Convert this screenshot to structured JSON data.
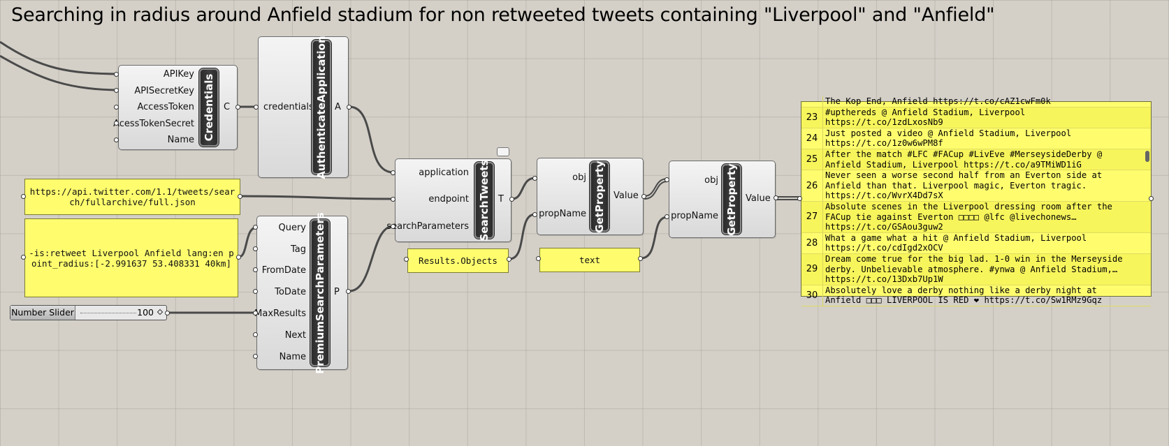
{
  "title": "Searching in radius around Anfield stadium for non retweeted tweets containing \"Liverpool\" and \"Anfield\"",
  "credentials": {
    "name": "Credentials",
    "inputs": [
      "APIKey",
      "APISecretKey",
      "AccessToken",
      "AcessTokenSecret",
      "Name"
    ],
    "output": "C"
  },
  "auth": {
    "name": "AuthenticateApplication",
    "input": "credentials",
    "output": "A"
  },
  "search": {
    "name": "SearchTweets",
    "inputs": [
      "application",
      "endpoint",
      "searchParameters"
    ],
    "output": "T"
  },
  "params": {
    "name": "PremiumSearchParameters",
    "inputs": [
      "Query",
      "Tag",
      "FromDate",
      "ToDate",
      "MaxResults",
      "Next",
      "Name"
    ],
    "output": "P"
  },
  "getprop1": {
    "name": "GetProperty",
    "inputs": [
      "obj",
      "propName"
    ],
    "output": "Value"
  },
  "getprop2": {
    "name": "GetProperty",
    "inputs": [
      "obj",
      "propName"
    ],
    "output": "Value"
  },
  "panels": {
    "endpoint": "https://api.twitter.com/1.1/tweets/search/fullarchive/full.json",
    "query": "-is:retweet Liverpool Anfield lang:en point_radius:[-2.991637 53.408331 40km]",
    "results_objects": "Results.Objects",
    "text": "text"
  },
  "slider": {
    "label": "Number Slider",
    "value": "100"
  },
  "tweets": [
    {
      "index": "",
      "text": "The Kop End, Anfield https://t.co/cAZ1cwFm0k"
    },
    {
      "index": "23",
      "text": "#upthereds @ Anfield Stadium, Liverpool\nhttps://t.co/1zdLxosNb9"
    },
    {
      "index": "24",
      "text": "Just posted a video @ Anfield Stadium, Liverpool\nhttps://t.co/1z0w6wPM8f"
    },
    {
      "index": "25",
      "text": "After the match #LFC #FACup #LivEve #MerseysideDerby @\nAnfield Stadium, Liverpool https://t.co/a9TMiWD1iG"
    },
    {
      "index": "26",
      "text": "Never seen a worse second half from an Everton side at\nAnfield than that. Liverpool magic, Everton tragic.\nhttps://t.co/WvrX4Dd7sX"
    },
    {
      "index": "27",
      "text": "Absolute scenes in the Liverpool dressing room after the\nFACup tie against Everton □□□□ @lfc @livechonews…\nhttps://t.co/GSAou3guw2"
    },
    {
      "index": "28",
      "text": "What a game what a hit @ Anfield Stadium, Liverpool\nhttps://t.co/cdIgd2xOCV"
    },
    {
      "index": "29",
      "text": "Dream come true for the big lad. 1-0 win in the Merseyside\nderby. Unbelievable atmosphere. #ynwa @ Anfield Stadium,…\nhttps://t.co/13Dxb7Up1W"
    },
    {
      "index": "30",
      "text": "Absolutely love a derby nothing like a derby night at\nAnfield □□□ LIVERPOOL IS RED ❤ https://t.co/Sw1RMz9Gqz"
    }
  ]
}
